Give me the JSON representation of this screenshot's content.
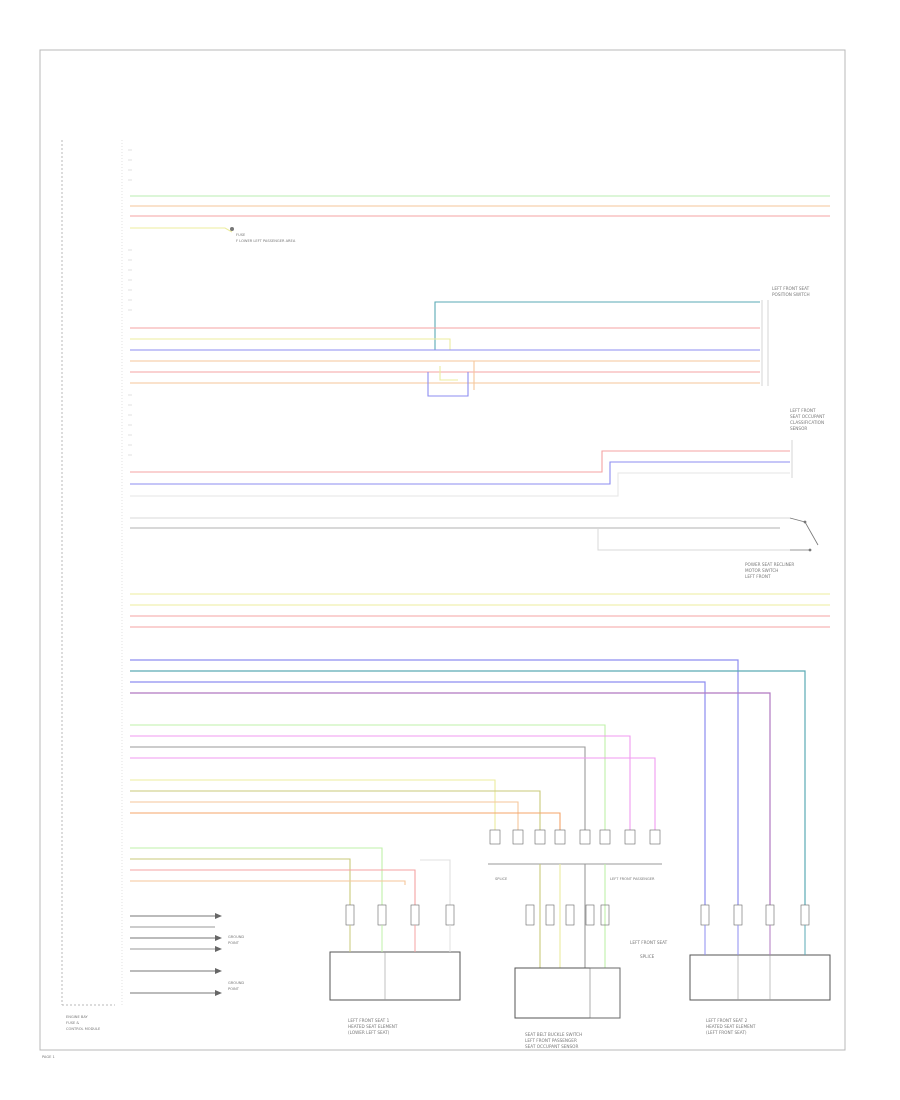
{
  "diagram": {
    "colors": {
      "frame": "#b8b8b8",
      "green": "#b9eeb0",
      "orange": "#f6c69a",
      "red": "#f4a3a3",
      "yellow": "#ecec9e",
      "blue": "#8d8df0",
      "teal": "#5aaab5",
      "grey": "#9a9a9a",
      "magenta": "#f09af0",
      "purple": "#b078c0",
      "lightgreen": "#bff0a8",
      "deeporange": "#f4a46a",
      "olive": "#c9c97a"
    },
    "labels": {
      "module_left": [
        "ENGINE BAY",
        "FUSE &",
        "CONTROL MODULE"
      ],
      "fuse_note": [
        "FUSE",
        "F LOWER LEFT PASSENGER AREA"
      ],
      "comp_right_1": [
        "LEFT FRONT SEAT",
        "POSITION SWITCH"
      ],
      "comp_right_2": [
        "LEFT FRONT",
        "SEAT OCCUPANT",
        "CLASSIFICATION",
        "SENSOR"
      ],
      "comp_right_3": [
        "POWER SEAT RECLINER",
        "MOTOR SWITCH",
        "LEFT FRONT"
      ],
      "splice_left": "SPLICE",
      "splice_right": "LEFT FRONT PASSENGER",
      "mid_label_1": "LEFT FRONT SEAT",
      "mid_label_2": "SPLICE",
      "bottom_1": [
        "LEFT FRONT SEAT 1",
        "HEATED SEAT ELEMENT",
        "(LOWER LEFT SEAT)"
      ],
      "bottom_2": [
        "SEAT BELT BUCKLE SWITCH",
        "LEFT FRONT PASSENGER",
        "SEAT OCCUPANT SENSOR"
      ],
      "bottom_3": [
        "LEFT FRONT SEAT 2",
        "HEATED SEAT ELEMENT",
        "(LEFT FRONT SEAT)"
      ],
      "ground_1": [
        "GROUND",
        "POINT"
      ],
      "ground_2": [
        "GROUND",
        "POINT"
      ],
      "footer": "PAGE 1"
    }
  }
}
